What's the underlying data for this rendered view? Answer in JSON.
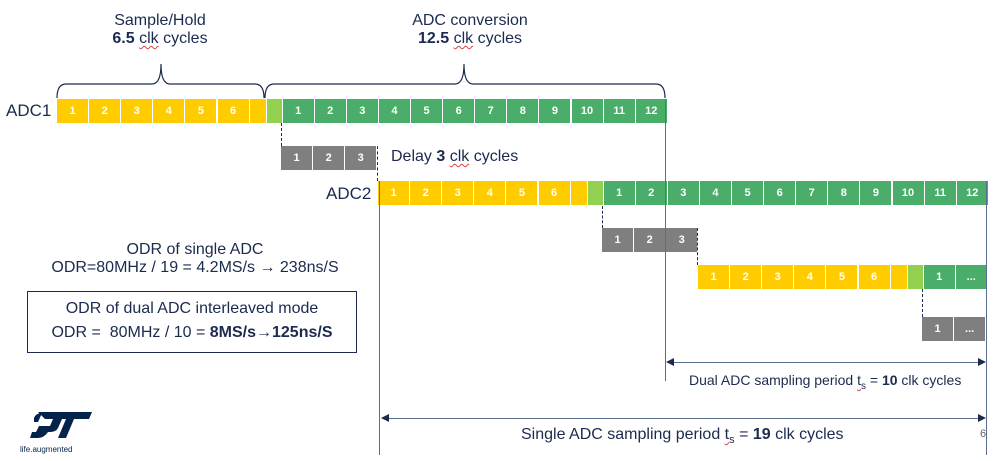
{
  "labels": {
    "sample_hold_title": "Sample/Hold",
    "sample_hold_value": "6.5",
    "sample_hold_clk": "clk",
    "sample_hold_unit": "cycles",
    "conversion_title": "ADC conversion",
    "conversion_value": "12.5",
    "conversion_clk": "clk",
    "conversion_unit": "cycles",
    "adc1": "ADC1",
    "adc2": "ADC2",
    "delay_prefix": "Delay",
    "delay_value": "3",
    "delay_clk": "clk",
    "delay_unit": "cycles",
    "odr_single_title": "ODR of single ADC",
    "odr_single_formula": "ODR=80MHz / 19 = 4.2MS/s → 238ns/S",
    "odr_dual_title": "ODR of dual ADC interleaved mode",
    "odr_dual_formula_prefix": "ODR =  80MHz / 10 = ",
    "odr_dual_formula_bold": "8MS/s→125ns/S",
    "dual_period_prefix": "Dual ADC sampling period ",
    "dual_period_t": "t",
    "dual_period_sub": "s",
    "dual_period_eq": " = ",
    "dual_period_value": "10",
    "dual_period_unit": " clk cycles",
    "single_period_prefix": "Single ADC sampling period ",
    "single_period_t": "t",
    "single_period_sub": "s",
    "single_period_eq": " = ",
    "single_period_value": "19",
    "single_period_unit": " clk cycles",
    "page_number": "6",
    "logo_tagline": "life.augmented"
  },
  "rows": {
    "adc1_sample": [
      "1",
      "2",
      "3",
      "4",
      "5",
      "6",
      ""
    ],
    "adc1_conv": [
      "1",
      "2",
      "3",
      "4",
      "5",
      "6",
      "7",
      "8",
      "9",
      "10",
      "11",
      "12"
    ],
    "delay1": [
      "1",
      "2",
      "3"
    ],
    "adc2_sample": [
      "1",
      "2",
      "3",
      "4",
      "5",
      "6",
      ""
    ],
    "adc2_conv": [
      "1",
      "2",
      "3",
      "4",
      "5",
      "6",
      "7",
      "8",
      "9",
      "10",
      "11",
      "12"
    ],
    "delay2": [
      "1",
      "2",
      "3"
    ],
    "adc1b_sample": [
      "1",
      "2",
      "3",
      "4",
      "5",
      "6",
      ""
    ],
    "adc1b_conv": [
      "1",
      "..."
    ],
    "delay3": [
      "1",
      "..."
    ]
  },
  "colors": {
    "sample": "#ffcc00",
    "half_cycle": "#92d050",
    "conversion": "#4aad6a",
    "delay": "#7f7f7f",
    "text": "#1b2a4e"
  }
}
